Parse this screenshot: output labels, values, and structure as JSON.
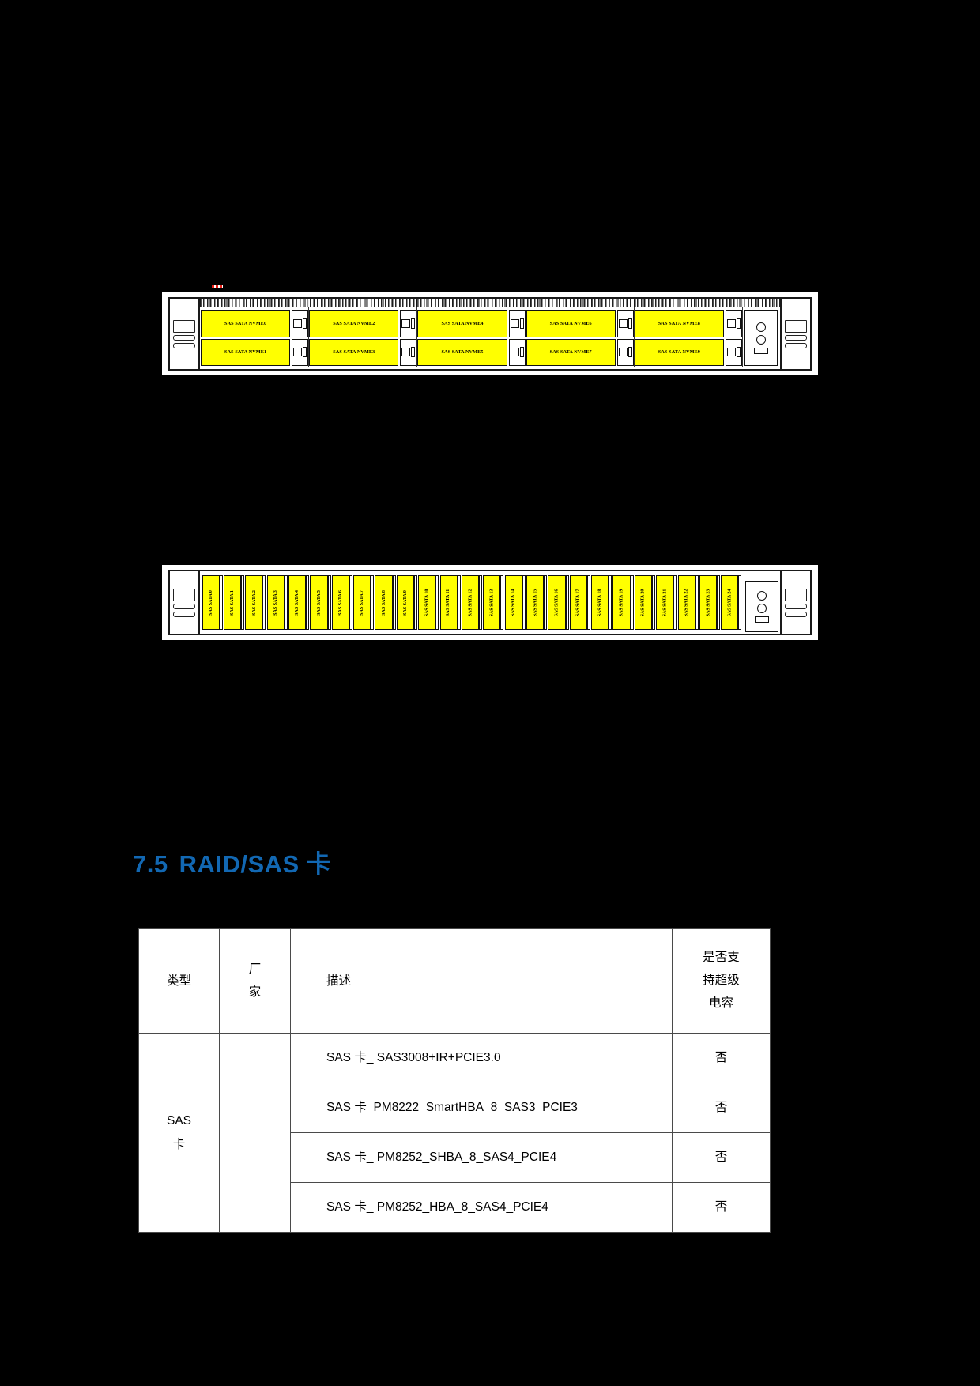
{
  "colors": {
    "page_background": "#000000",
    "heading_blue": "#1268b3",
    "drive_label_yellow": "#ffff00",
    "figure_background": "#ffffff",
    "table_border": "#4a4a4a"
  },
  "figures": [
    {
      "id": "figure-8x25",
      "name": "server-front-view-10-bay-nvme",
      "drive_groups": [
        {
          "top": "SAS SATA NVME0",
          "bottom": "SAS SATA NVME1"
        },
        {
          "top": "SAS SATA NVME2",
          "bottom": "SAS SATA NVME3"
        },
        {
          "top": "SAS SATA NVME4",
          "bottom": "SAS SATA NVME5"
        },
        {
          "top": "SAS SATA NVME6",
          "bottom": "SAS SATA NVME7"
        },
        {
          "top": "SAS SATA NVME8",
          "bottom": "SAS SATA NVME9"
        }
      ]
    },
    {
      "id": "figure-25bay",
      "name": "server-front-view-25-bay",
      "drive_labels": [
        "SAS SATA 0",
        "SAS SATA 1",
        "SAS SATA 2",
        "SAS SATA 3",
        "SAS SATA 4",
        "SAS SATA 5",
        "SAS SATA 6",
        "SAS SATA 7",
        "SAS SATA 8",
        "SAS SATA 9",
        "SAS SATA 10",
        "SAS SATA 11",
        "SAS SATA 12",
        "SAS SATA 13",
        "SAS SATA 14",
        "SAS SATA 15",
        "SAS SATA 16",
        "SAS SATA 17",
        "SAS SATA 18",
        "SAS SATA 19",
        "SAS SATA 20",
        "SAS SATA 21",
        "SAS SATA 22",
        "SAS SATA 23",
        "SAS SATA 24"
      ]
    }
  ],
  "heading": {
    "number": "7.5",
    "title": "RAID/SAS 卡"
  },
  "table": {
    "headers": {
      "type": "类型",
      "vendor": "厂家",
      "description": "描述",
      "supercap": "是否支持超级电容"
    },
    "type_label": "SAS 卡",
    "vendor_label": "",
    "rows": [
      {
        "description": "SAS 卡_ SAS3008+IR+PCIE3.0",
        "supercap": "否"
      },
      {
        "description": "SAS 卡_PM8222_SmartHBA_8_SAS3_PCIE3",
        "supercap": "否"
      },
      {
        "description": "SAS 卡_ PM8252_SHBA_8_SAS4_PCIE4",
        "supercap": "否"
      },
      {
        "description": "SAS 卡_ PM8252_HBA_8_SAS4_PCIE4",
        "supercap": "否"
      }
    ]
  }
}
